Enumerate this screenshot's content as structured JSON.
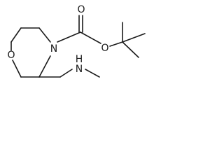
{
  "molecule": {
    "atoms": {
      "carbonyl_oxygen": "O",
      "ester_oxygen": "O",
      "ring_nitrogen": "N",
      "ring_oxygen": "O",
      "amine_nitrogen": "N",
      "amine_hydrogen": "H"
    },
    "colors": {
      "ink": "#1a1a1a",
      "background": "#ffffff"
    }
  }
}
